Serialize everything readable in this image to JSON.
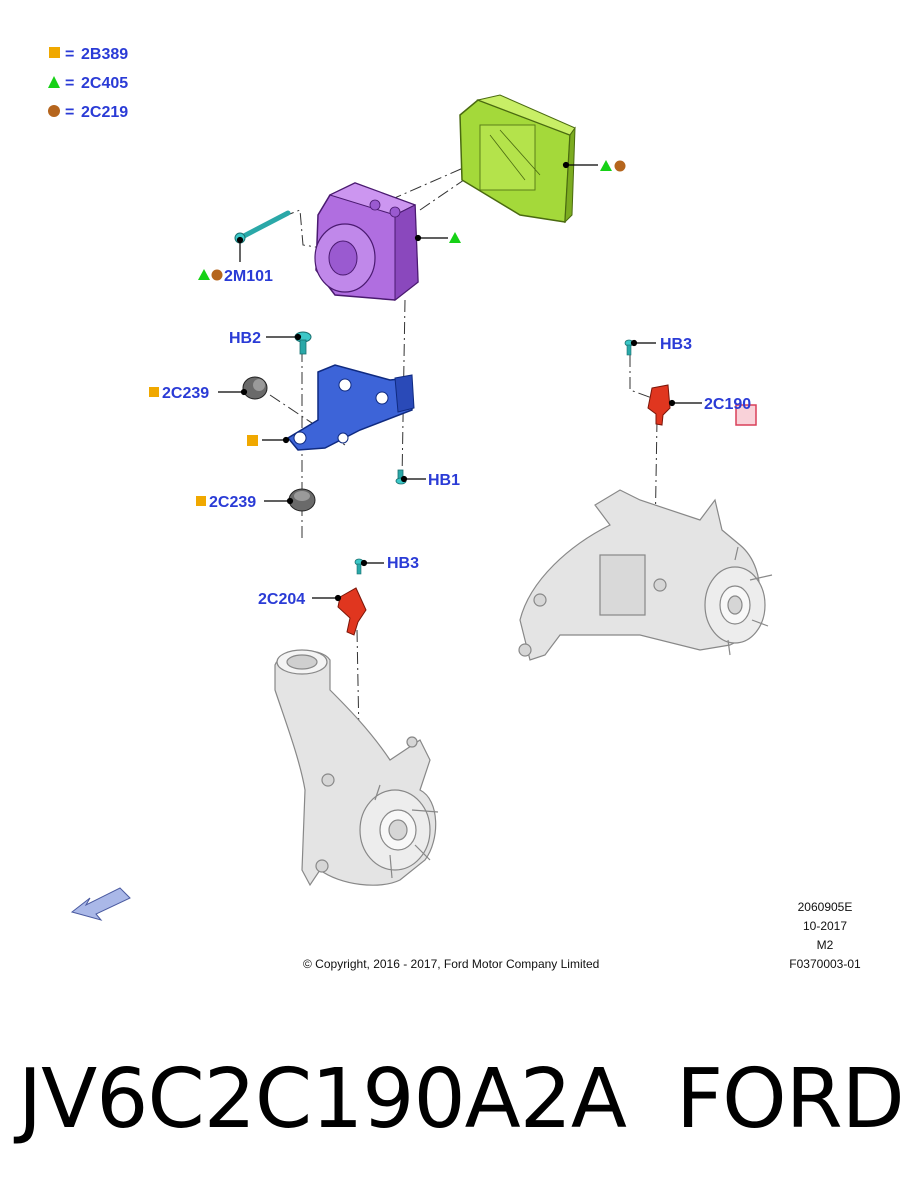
{
  "legend": [
    {
      "symbol": "square",
      "color": "#f0a800",
      "text": "2B389"
    },
    {
      "symbol": "triangle",
      "color": "#16d116",
      "text": "2C405"
    },
    {
      "symbol": "circle",
      "color": "#b5651d",
      "text": "2C219"
    }
  ],
  "legend_equals": "=",
  "callouts": {
    "m2m101": "2M101",
    "hb2": "HB2",
    "c239_top": "2C239",
    "c239_bottom": "2C239",
    "hb1": "HB1",
    "hb3_left": "HB3",
    "c204": "2C204",
    "hb3_right": "HB3",
    "c190": "2C190"
  },
  "meta": {
    "code": "2060905E",
    "date": "10-2017",
    "rev": "M2",
    "ref": "F0370003-01"
  },
  "copyright": "© Copyright, 2016 - 2017, Ford Motor Company Limited",
  "caption": {
    "part_number": "JV6C2C190A2A",
    "brand": "FORD"
  },
  "colors": {
    "label_blue": "#2a3bd6",
    "module_green": "#a4d93a",
    "pump_purple": "#b06ee0",
    "bracket_blue": "#3d64d8",
    "sensor_red": "#e0361f",
    "knuckle_gray": "#e4e4e4",
    "bolt_cyan": "#3cc8c8"
  }
}
